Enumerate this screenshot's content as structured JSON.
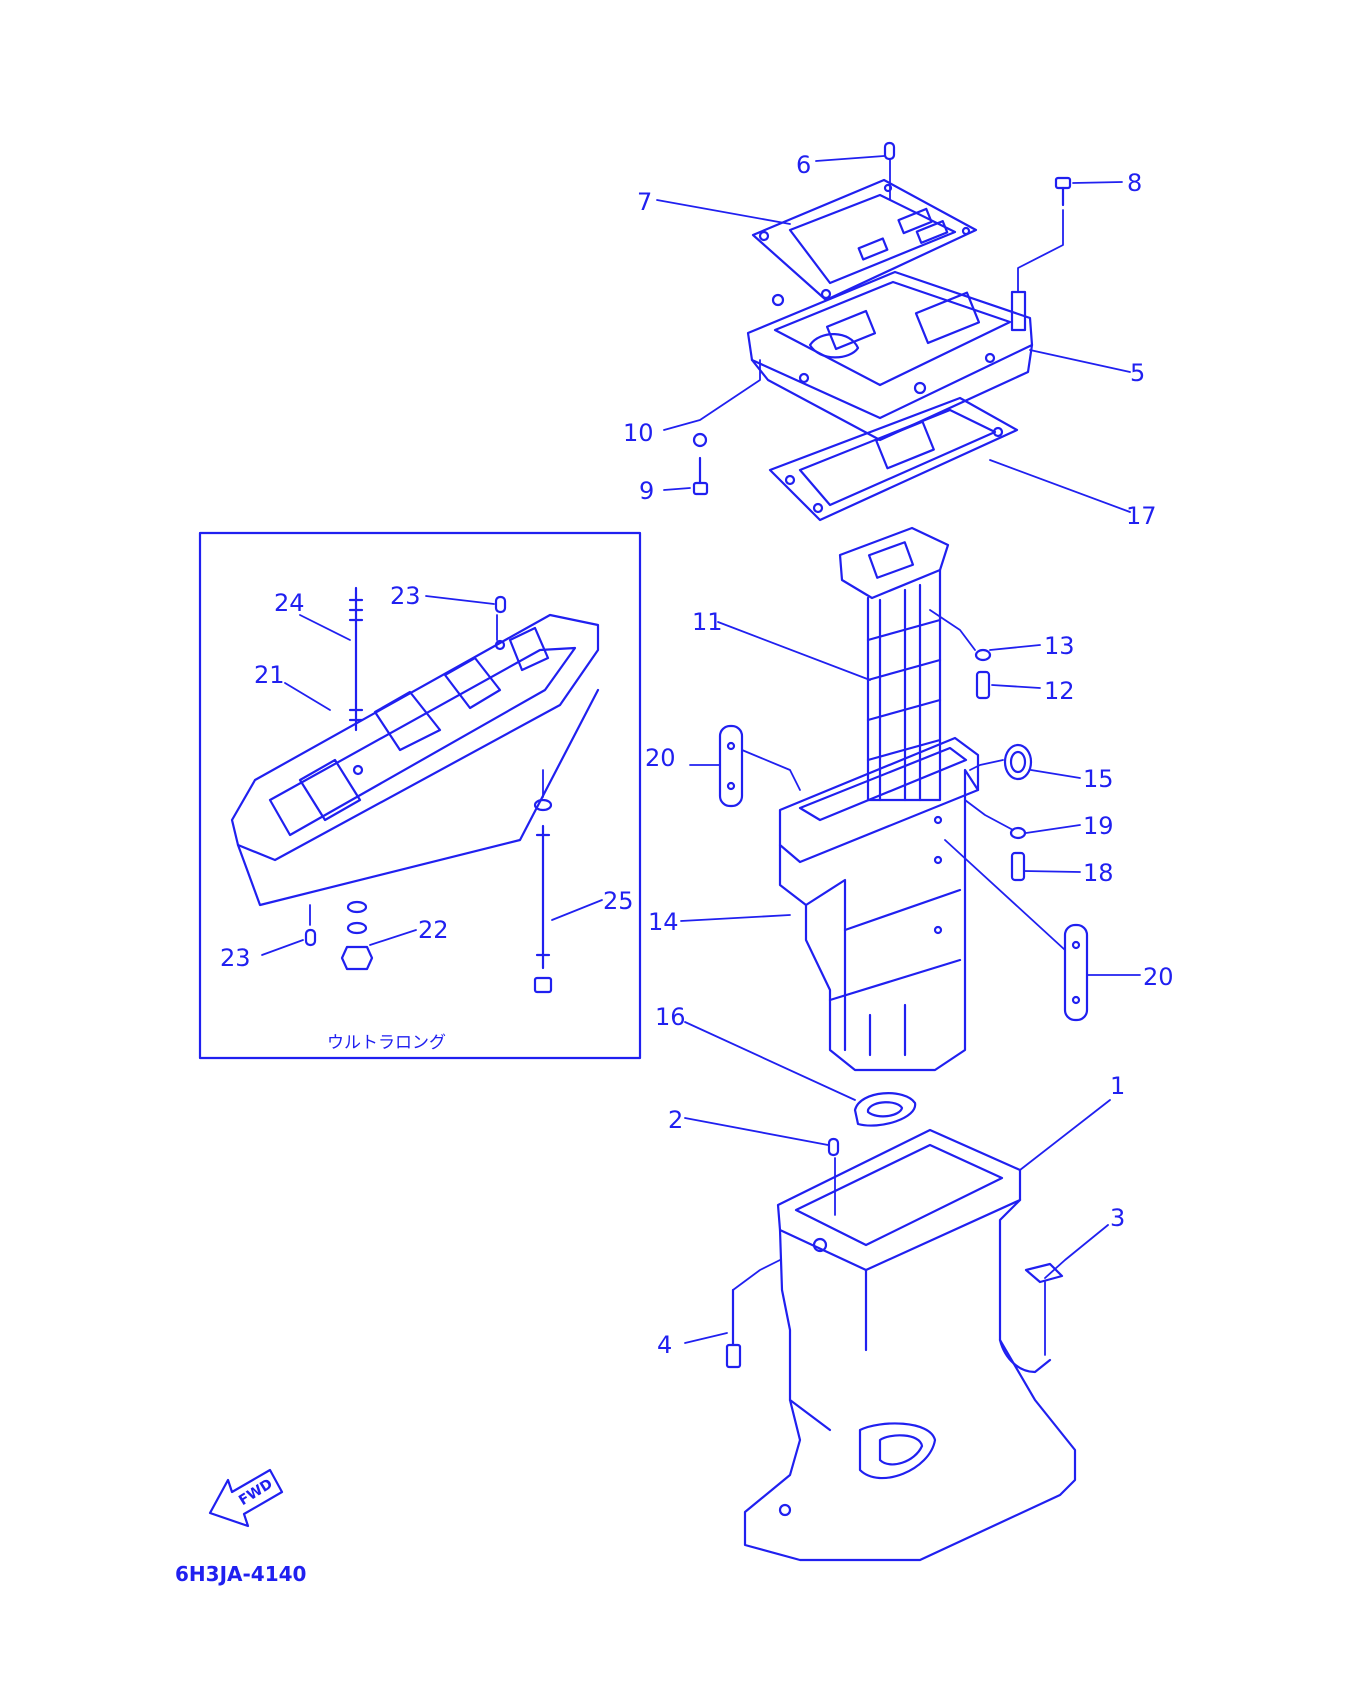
{
  "diagram": {
    "ink_color": "#2020f0",
    "background_color": "#ffffff",
    "part_numbers": {
      "p1": "1",
      "p2": "2",
      "p3": "3",
      "p4": "4",
      "p5": "5",
      "p6": "6",
      "p7": "7",
      "p8": "8",
      "p9": "9",
      "p10": "10",
      "p11": "11",
      "p12": "12",
      "p13": "13",
      "p14": "14",
      "p15": "15",
      "p16": "16",
      "p17": "17",
      "p18": "18",
      "p19": "19",
      "p20a": "20",
      "p20b": "20",
      "p21": "21",
      "p22": "22",
      "p23a": "23",
      "p23b": "23",
      "p24": "24",
      "p25": "25"
    },
    "inset_caption": "ウルトラロング",
    "fwd_label": "FWD",
    "drawing_code": "6H3JA-4140"
  }
}
